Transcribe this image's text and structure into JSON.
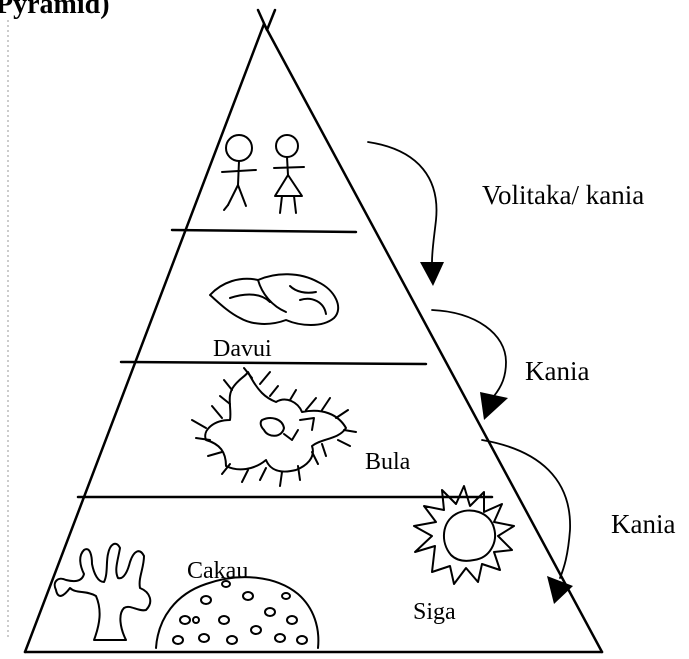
{
  "header_fragment": "Pyramid)",
  "levels": {
    "top_label": "",
    "davui": "Davui",
    "bula": "Bula",
    "cakau": "Cakau",
    "siga": "Siga"
  },
  "arrows": {
    "first": "Volitaka/ kania",
    "second": "Kania",
    "third": "Kania"
  },
  "colors": {
    "ink": "#000000",
    "paper": "#ffffff"
  }
}
